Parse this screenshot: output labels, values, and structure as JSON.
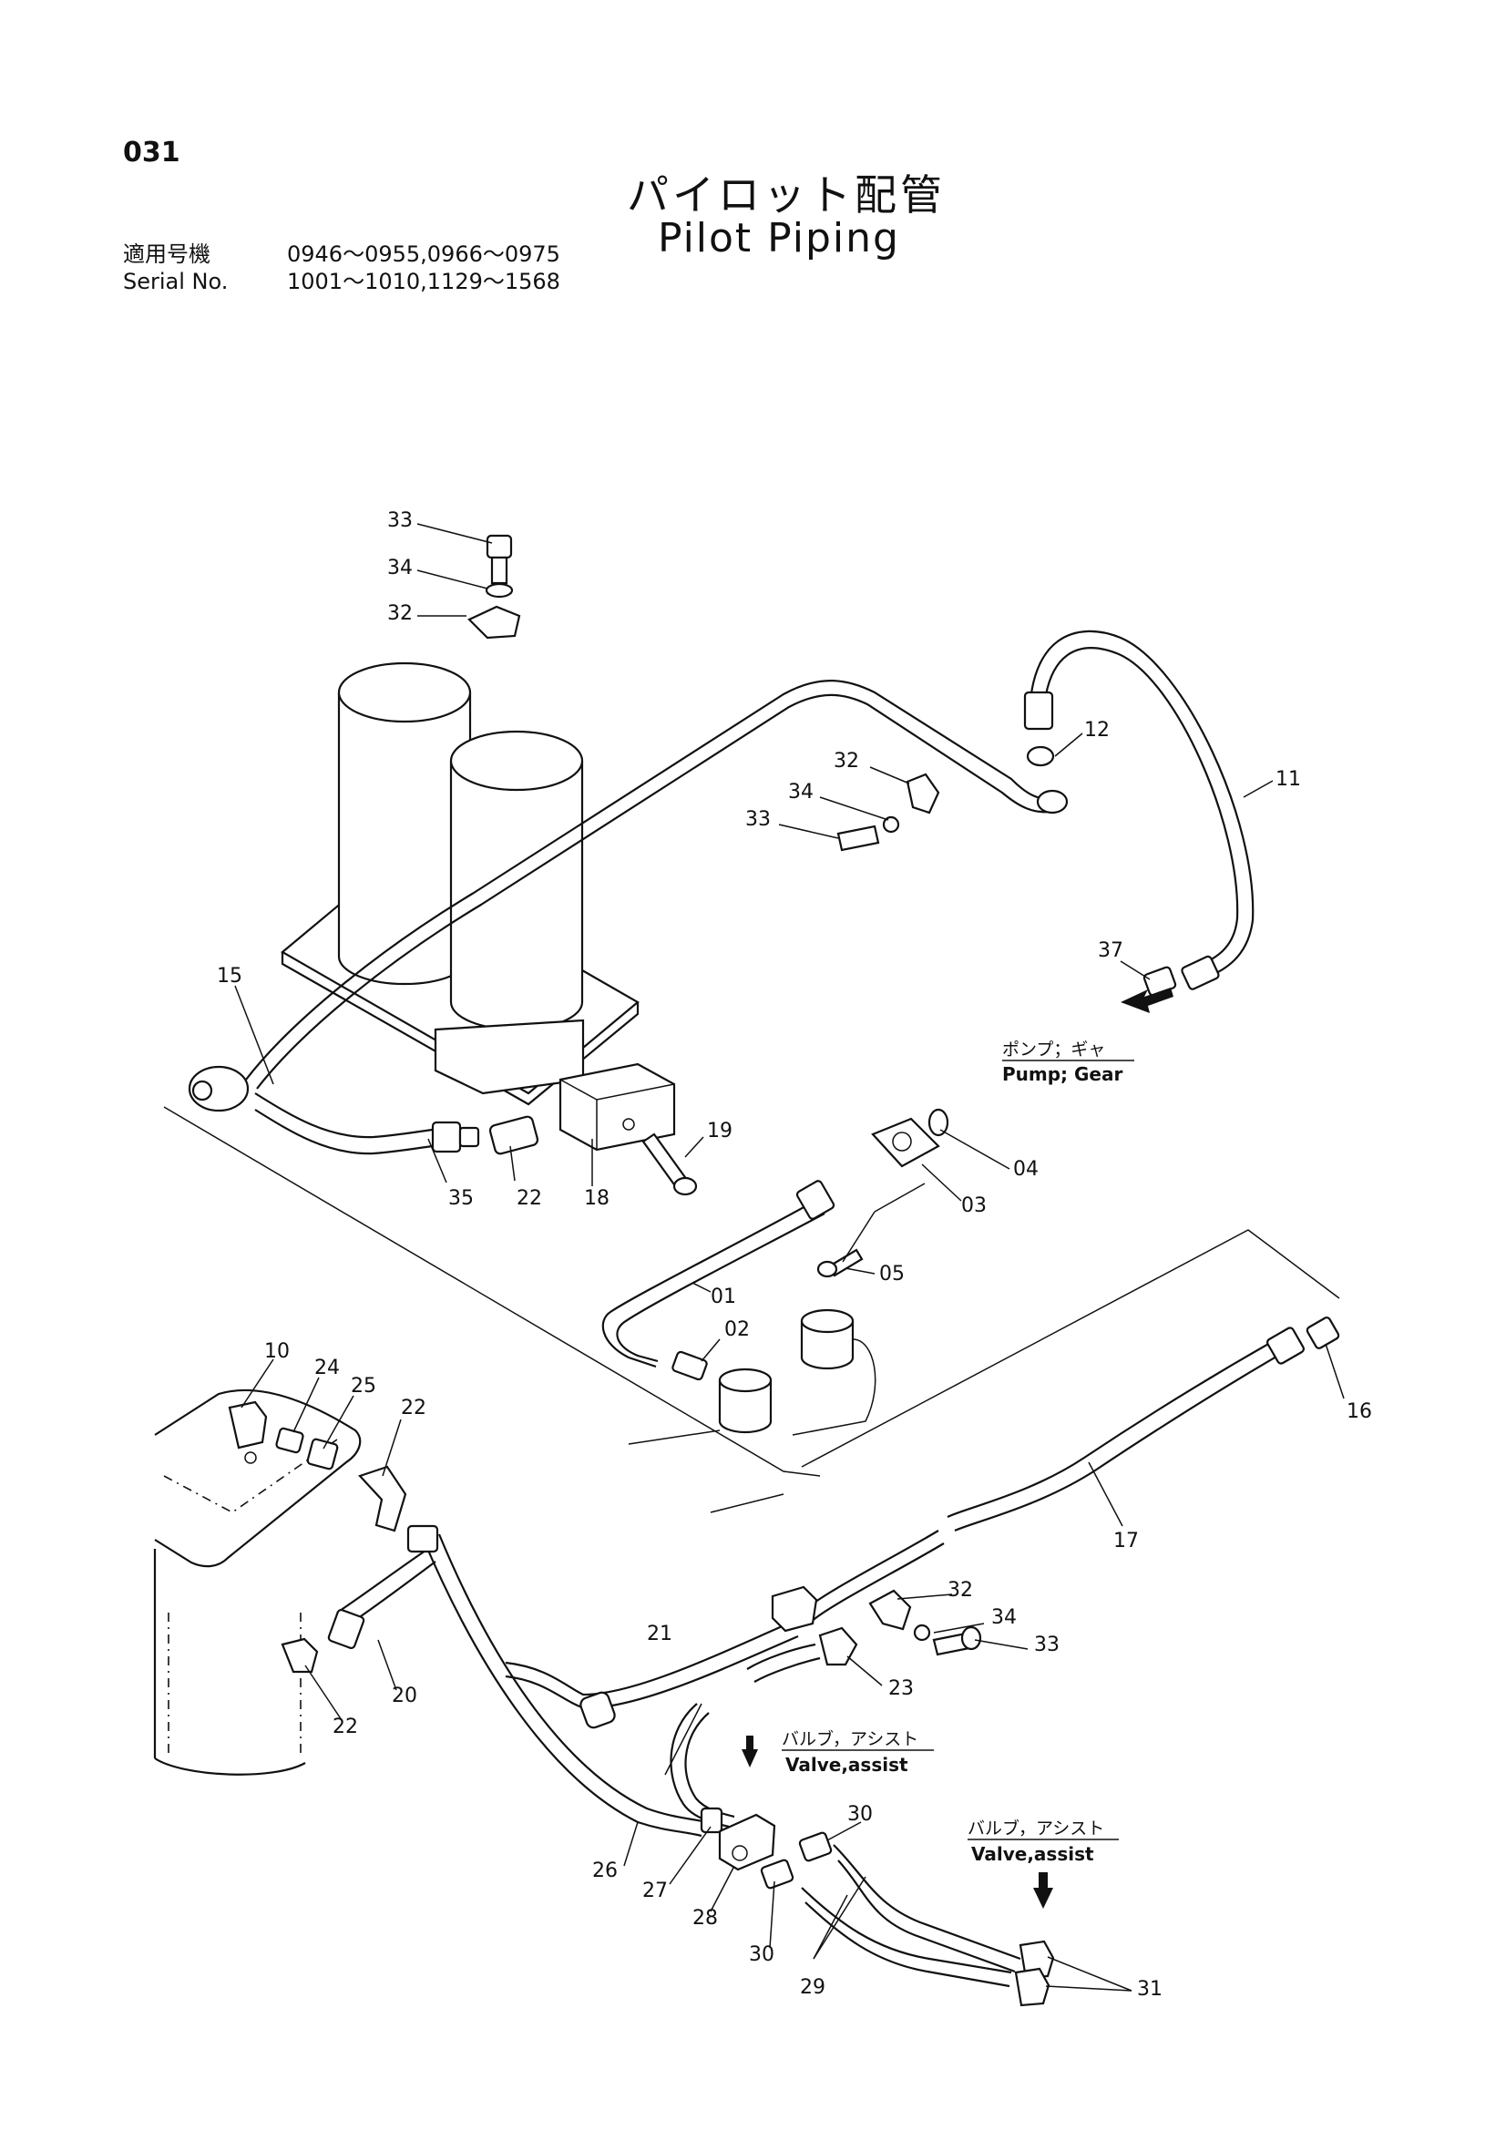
{
  "header": {
    "page_number": "031",
    "title_jp": "パイロット配管",
    "title_en": "Pilot Piping",
    "serial_label_jp": "適用号機",
    "serial_label_en": "Serial No.",
    "serial_range_1": "0946～0955,0966～0975",
    "serial_range_2": "1001～1010,1129～1568"
  },
  "callouts": {
    "n01": "01",
    "n02": "02",
    "n03": "03",
    "n04": "04",
    "n05": "05",
    "n10": "10",
    "n11": "11",
    "n12": "12",
    "n15": "15",
    "n16": "16",
    "n17": "17",
    "n18": "18",
    "n19": "19",
    "n20": "20",
    "n21": "21",
    "n22": "22",
    "n23": "23",
    "n24": "24",
    "n25": "25",
    "n26": "26",
    "n27": "27",
    "n28": "28",
    "n29": "29",
    "n30": "30",
    "n31": "31",
    "n32": "32",
    "n33": "33",
    "n34": "34",
    "n35": "35",
    "n37": "37"
  },
  "captions": {
    "pump_jp": "ポンプ；ギャ",
    "pump_en": "Pump; Gear",
    "valve_jp": "バルブ，アシスト",
    "valve_en": "Valve,assist"
  }
}
